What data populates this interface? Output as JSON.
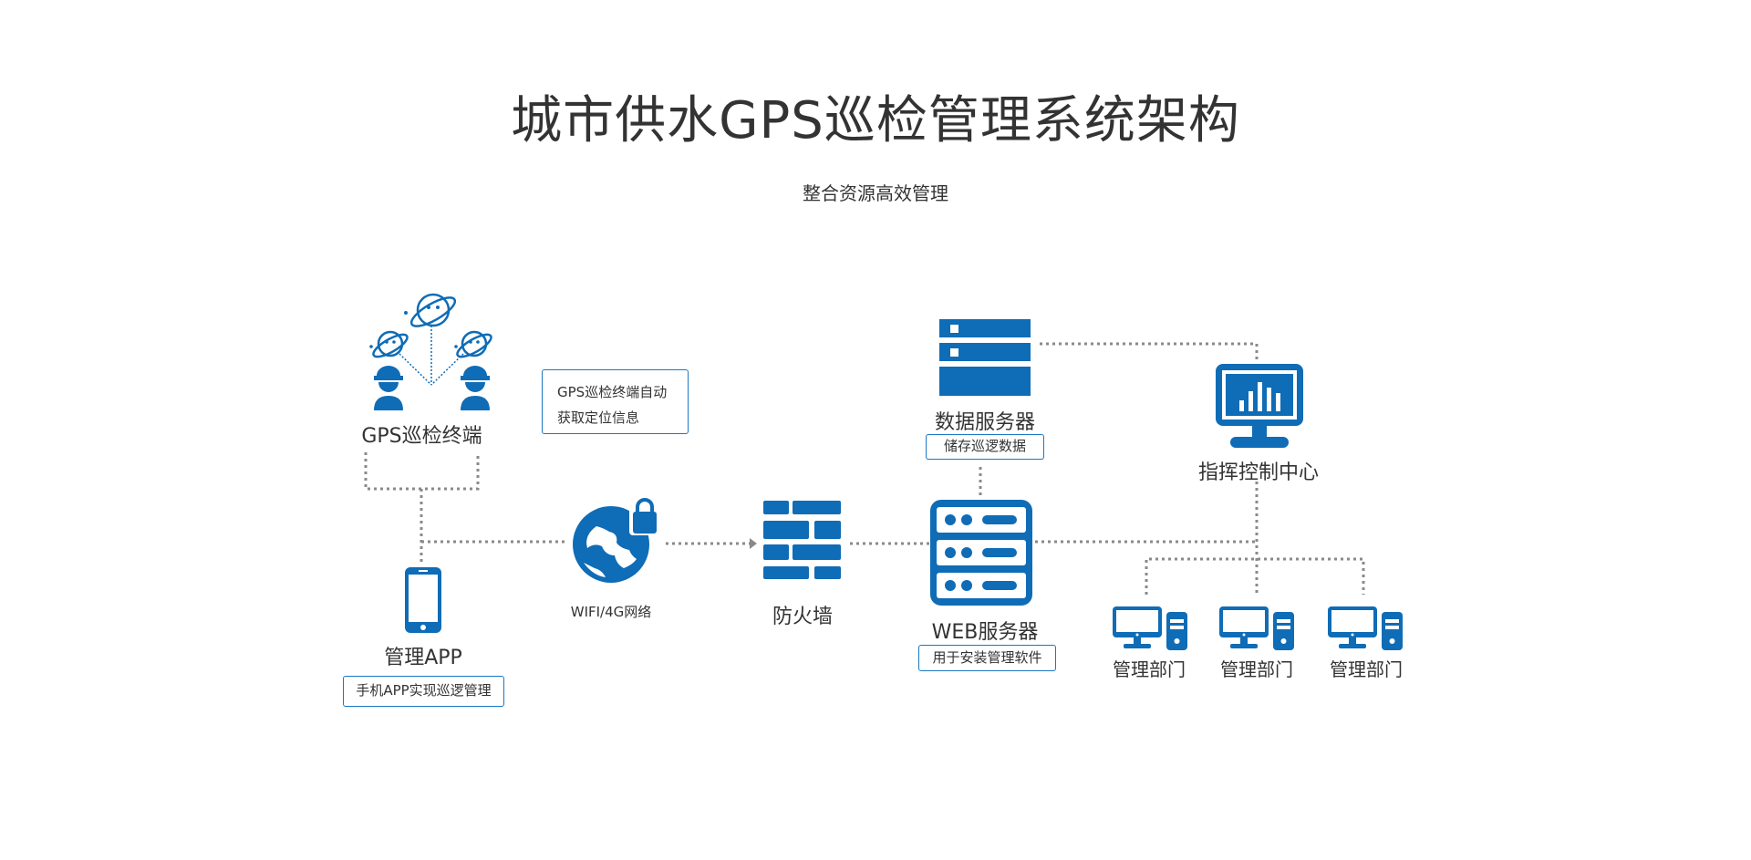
{
  "title": "城市供水GPS巡检管理系统架构",
  "subtitle": "整合资源高效管理",
  "accent_color": "#0f6cb6",
  "connector_color": "#8a8a8a",
  "nodes": {
    "gps_terminal": {
      "label": "GPS巡检终端",
      "icon": "gps-workers-satellites-icon"
    },
    "gps_info": {
      "line1": "GPS巡检终端自动",
      "line2": "获取定位信息"
    },
    "app": {
      "label": "管理APP",
      "badge": "手机APP实现巡逻管理",
      "icon": "smartphone-icon"
    },
    "network": {
      "label": "WIFI/4G网络",
      "icon": "globe-lock-icon"
    },
    "firewall": {
      "label": "防火墙",
      "icon": "firewall-brick-icon"
    },
    "data_server": {
      "label": "数据服务器",
      "badge": "储存巡逻数据",
      "icon": "database-server-icon"
    },
    "web_server": {
      "label": "WEB服务器",
      "badge": "用于安装管理软件",
      "icon": "web-server-icon"
    },
    "command_center": {
      "label": "指挥控制中心",
      "icon": "monitor-chart-icon"
    },
    "departments": [
      {
        "label": "管理部门",
        "icon": "desktop-computer-icon"
      },
      {
        "label": "管理部门",
        "icon": "desktop-computer-icon"
      },
      {
        "label": "管理部门",
        "icon": "desktop-computer-icon"
      }
    ]
  }
}
